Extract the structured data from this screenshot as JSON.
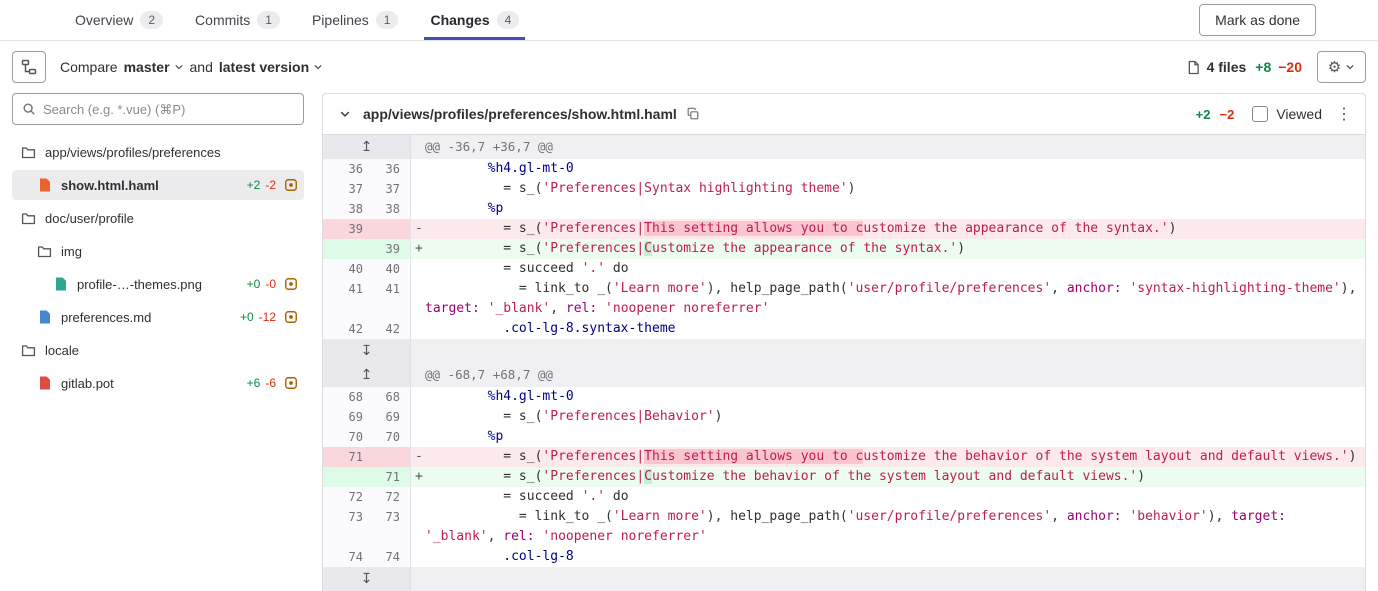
{
  "colors": {
    "accent": "#3f51b5",
    "added": "#108548",
    "removed": "#dd2b0e",
    "added_bg": "#ecfdf0",
    "removed_bg": "#fbe9eb",
    "added_highlight": "#c7f0d2",
    "removed_highlight": "#fac5cd"
  },
  "icons": {
    "gear": "⚙",
    "kebab": "⋮",
    "expand_up": "↥",
    "expand_down": "↧"
  },
  "header": {
    "tabs": [
      {
        "label": "Overview",
        "count": "2",
        "active": false
      },
      {
        "label": "Commits",
        "count": "1",
        "active": false
      },
      {
        "label": "Pipelines",
        "count": "1",
        "active": false
      },
      {
        "label": "Changes",
        "count": "4",
        "active": true
      }
    ],
    "mark_as_done_label": "Mark as done"
  },
  "toolbar": {
    "compare_label": "Compare",
    "source_branch": "master",
    "and_label": "and",
    "target_version": "latest version",
    "files_count": "4 files",
    "additions": "+8",
    "deletions": "−20"
  },
  "sidebar": {
    "search_placeholder": "Search (e.g. *.vue) (⌘P)",
    "tree": [
      {
        "kind": "folder",
        "level": 0,
        "name": "app/views/profiles/preferences"
      },
      {
        "kind": "file",
        "level": 1,
        "name": "show.html.haml",
        "filetype": "haml",
        "added": "+2",
        "removed": "-2",
        "selected": true
      },
      {
        "kind": "folder",
        "level": 0,
        "name": "doc/user/profile"
      },
      {
        "kind": "folder",
        "level": 1,
        "name": "img"
      },
      {
        "kind": "file",
        "level": 2,
        "name": "profile-…-themes.png",
        "filetype": "png",
        "added": "+0",
        "removed": "-0"
      },
      {
        "kind": "file",
        "level": 1,
        "name": "preferences.md",
        "filetype": "md",
        "added": "+0",
        "removed": "-12"
      },
      {
        "kind": "folder",
        "level": 0,
        "name": "locale"
      },
      {
        "kind": "file",
        "level": 1,
        "name": "gitlab.pot",
        "filetype": "pot",
        "added": "+6",
        "removed": "-6"
      }
    ]
  },
  "diff": {
    "file": {
      "path": "app/views/profiles/preferences/show.html.haml",
      "additions": "+2",
      "deletions": "−2",
      "viewed_label": "Viewed"
    },
    "rows": [
      {
        "type": "hunk",
        "text": "@@ -36,7 +36,7 @@"
      },
      {
        "type": "ctx",
        "old": "36",
        "new": "36",
        "segs": [
          [
            "        ",
            ""
          ],
          [
            "%h4.gl-mt-0",
            "t"
          ]
        ]
      },
      {
        "type": "ctx",
        "old": "37",
        "new": "37",
        "segs": [
          [
            "          = s_(",
            ""
          ],
          [
            "'Preferences|Syntax highlighting theme'",
            "s"
          ],
          [
            ")",
            ""
          ]
        ]
      },
      {
        "type": "ctx",
        "old": "38",
        "new": "38",
        "segs": [
          [
            "        ",
            ""
          ],
          [
            "%p",
            "t"
          ]
        ]
      },
      {
        "type": "del",
        "old": "39",
        "new": "",
        "segs": [
          [
            "          = s_(",
            ""
          ],
          [
            "'Preferences|",
            "s"
          ],
          [
            "This setting allows you to c",
            "s",
            1
          ],
          [
            "ustomize the appearance of the syntax.'",
            "s"
          ],
          [
            ")",
            ""
          ]
        ]
      },
      {
        "type": "add",
        "old": "",
        "new": "39",
        "segs": [
          [
            "          = s_(",
            ""
          ],
          [
            "'Preferences|",
            "s"
          ],
          [
            "C",
            "s",
            1
          ],
          [
            "ustomize the appearance of the syntax.'",
            "s"
          ],
          [
            ")",
            ""
          ]
        ]
      },
      {
        "type": "ctx",
        "old": "40",
        "new": "40",
        "segs": [
          [
            "          = succeed ",
            ""
          ],
          [
            "'.'",
            "s"
          ],
          [
            " do",
            ""
          ]
        ]
      },
      {
        "type": "ctx",
        "old": "41",
        "new": "41",
        "segs": [
          [
            "            = link_to _(",
            ""
          ],
          [
            "'Learn more'",
            "s"
          ],
          [
            "), help_page_path(",
            ""
          ],
          [
            "'user/profile/preferences'",
            "s"
          ],
          [
            ", ",
            ""
          ],
          [
            "anchor:",
            "y"
          ],
          [
            " ",
            ""
          ],
          [
            "'syntax-highlighting-theme'",
            "s"
          ],
          [
            "), ",
            ""
          ],
          [
            "target:",
            "y"
          ],
          [
            " ",
            ""
          ],
          [
            "'_blank'",
            "s"
          ],
          [
            ", ",
            ""
          ],
          [
            "rel:",
            "y"
          ],
          [
            " ",
            ""
          ],
          [
            "'noopener noreferrer'",
            "s"
          ]
        ]
      },
      {
        "type": "ctx",
        "old": "42",
        "new": "42",
        "segs": [
          [
            "          ",
            ""
          ],
          [
            ".col-lg-8.syntax-theme",
            "t"
          ]
        ]
      },
      {
        "type": "expand"
      },
      {
        "type": "hunk",
        "text": "@@ -68,7 +68,7 @@"
      },
      {
        "type": "ctx",
        "old": "68",
        "new": "68",
        "segs": [
          [
            "        ",
            ""
          ],
          [
            "%h4.gl-mt-0",
            "t"
          ]
        ]
      },
      {
        "type": "ctx",
        "old": "69",
        "new": "69",
        "segs": [
          [
            "          = s_(",
            ""
          ],
          [
            "'Preferences|Behavior'",
            "s"
          ],
          [
            ")",
            ""
          ]
        ]
      },
      {
        "type": "ctx",
        "old": "70",
        "new": "70",
        "segs": [
          [
            "        ",
            ""
          ],
          [
            "%p",
            "t"
          ]
        ]
      },
      {
        "type": "del",
        "old": "71",
        "new": "",
        "segs": [
          [
            "          = s_(",
            ""
          ],
          [
            "'Preferences|",
            "s"
          ],
          [
            "This setting allows you to c",
            "s",
            1
          ],
          [
            "ustomize the behavior of the system layout and default views.'",
            "s"
          ],
          [
            ")",
            ""
          ]
        ]
      },
      {
        "type": "add",
        "old": "",
        "new": "71",
        "segs": [
          [
            "          = s_(",
            ""
          ],
          [
            "'Preferences|",
            "s"
          ],
          [
            "C",
            "s",
            1
          ],
          [
            "ustomize the behavior of the system layout and default views.'",
            "s"
          ],
          [
            ")",
            ""
          ]
        ]
      },
      {
        "type": "ctx",
        "old": "72",
        "new": "72",
        "segs": [
          [
            "          = succeed ",
            ""
          ],
          [
            "'.'",
            "s"
          ],
          [
            " do",
            ""
          ]
        ]
      },
      {
        "type": "ctx",
        "old": "73",
        "new": "73",
        "segs": [
          [
            "            = link_to _(",
            ""
          ],
          [
            "'Learn more'",
            "s"
          ],
          [
            "), help_page_path(",
            ""
          ],
          [
            "'user/profile/preferences'",
            "s"
          ],
          [
            ", ",
            ""
          ],
          [
            "anchor:",
            "y"
          ],
          [
            " ",
            ""
          ],
          [
            "'behavior'",
            "s"
          ],
          [
            "), ",
            ""
          ],
          [
            "target:",
            "y"
          ],
          [
            " ",
            ""
          ],
          [
            "'_blank'",
            "s"
          ],
          [
            ", ",
            ""
          ],
          [
            "rel:",
            "y"
          ],
          [
            " ",
            ""
          ],
          [
            "'noopener noreferrer'",
            "s"
          ]
        ]
      },
      {
        "type": "ctx",
        "old": "74",
        "new": "74",
        "segs": [
          [
            "          ",
            ""
          ],
          [
            ".col-lg-8",
            "t"
          ]
        ]
      },
      {
        "type": "expand"
      }
    ]
  }
}
